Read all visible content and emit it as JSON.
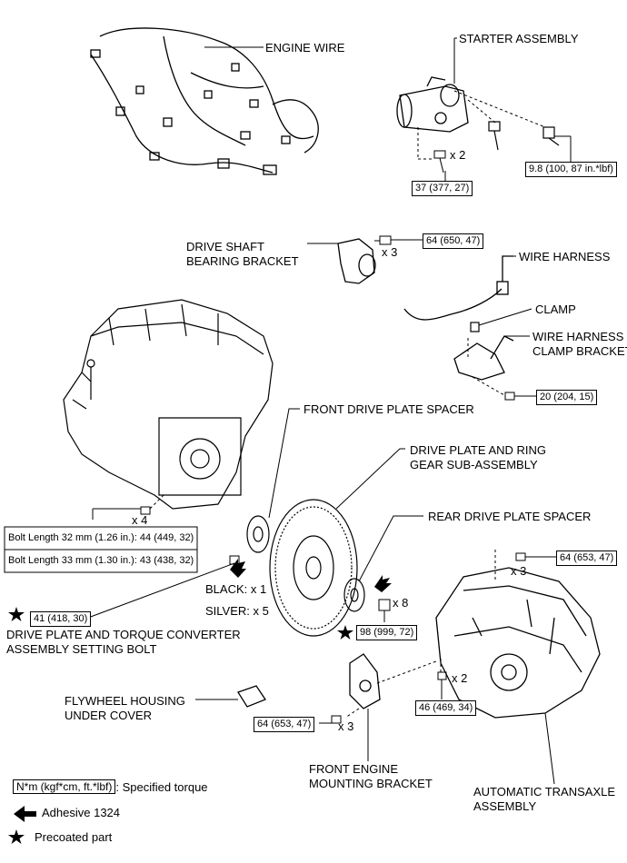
{
  "components": {
    "engine_wire": "ENGINE WIRE",
    "starter_assembly": "STARTER ASSEMBLY",
    "drive_shaft_bracket_1": "DRIVE SHAFT",
    "drive_shaft_bracket_2": "BEARING BRACKET",
    "wire_harness": "WIRE HARNESS",
    "clamp": "CLAMP",
    "wh_clamp_bracket_1": "WIRE HARNESS",
    "wh_clamp_bracket_2": "CLAMP BRACKET",
    "front_drive_plate_spacer": "FRONT DRIVE PLATE SPACER",
    "drive_plate_ring_gear_1": "DRIVE PLATE AND RING",
    "drive_plate_ring_gear_2": "GEAR SUB-ASSEMBLY",
    "rear_drive_plate_spacer": "REAR DRIVE PLATE SPACER",
    "setting_bolt_1": "DRIVE PLATE AND TORQUE CONVERTER",
    "setting_bolt_2": "ASSEMBLY SETTING BOLT",
    "flywheel_cover_1": "FLYWHEEL HOUSING",
    "flywheel_cover_2": "UNDER COVER",
    "front_mount_bracket_1": "FRONT ENGINE",
    "front_mount_bracket_2": "MOUNTING BRACKET",
    "auto_transaxle_1": "AUTOMATIC TRANSAXLE",
    "auto_transaxle_2": "ASSEMBLY",
    "black_label": "BLACK: x 1",
    "silver_label": "SILVER: x 5"
  },
  "torque": {
    "starter_bolt": "37 (377, 27)",
    "starter_nut": "9.8 (100, 87 in.*lbf)",
    "drive_shaft_bracket": "64 (650, 47)",
    "wh_clamp_bracket": "20 (204, 15)",
    "setting_bolt": "41 (418, 30)",
    "drive_plate": "98 (999, 72)",
    "transaxle_upper": "64 (653, 47)",
    "transaxle_lower": "46 (469, 34)",
    "front_mount": "64 (653, 47)",
    "bolt_32": "Bolt Length 32 mm (1.26 in.): 44 (449, 32)",
    "bolt_33": "Bolt Length 33 mm (1.30 in.): 43 (438, 32)"
  },
  "quantities": {
    "starter_bolt": "x 2",
    "drive_shaft_bracket": "x 3",
    "engine_bolts": "x 4",
    "drive_plate": "x 8",
    "transaxle_upper": "x 3",
    "transaxle_lower": "x 2",
    "front_mount": "x 3"
  },
  "legend": {
    "torque_unit": "N*m (kgf*cm, ft.*lbf)",
    "torque_desc": ": Specified torque",
    "adhesive": "Adhesive 1324",
    "precoated": "Precoated part"
  }
}
